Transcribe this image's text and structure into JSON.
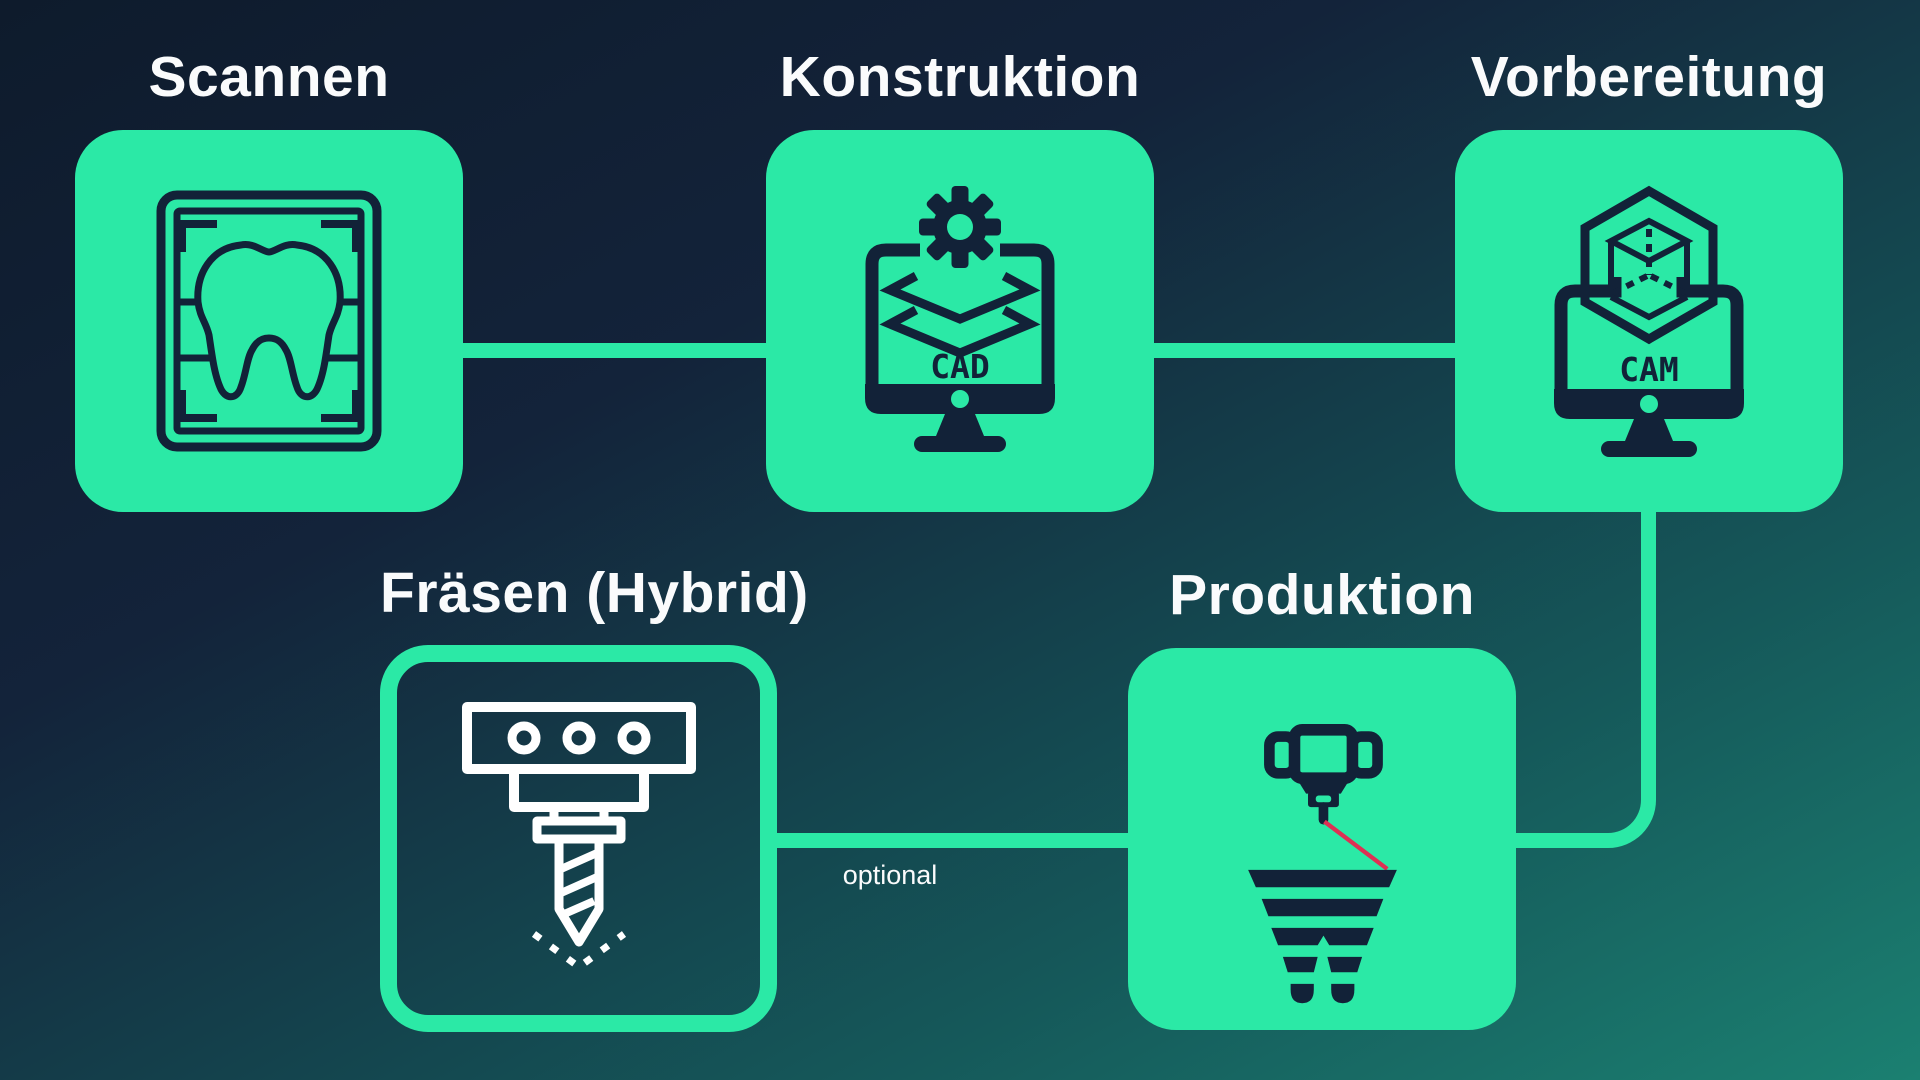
{
  "diagram": {
    "palette": {
      "accent_green": "#2be9a6",
      "navy": "#122238",
      "background_top": "#0e1b2c",
      "background_bottom": "#1b8071",
      "title_white": "#fafbfc",
      "laser_red": "#dd3154"
    },
    "steps": [
      {
        "label": "Scannen",
        "icon": "tooth-scan-icon",
        "variant": "filled"
      },
      {
        "label": "Konstruktion",
        "icon": "cad-monitor-icon",
        "variant": "filled",
        "screen_label": "CAD"
      },
      {
        "label": "Vorbereitung",
        "icon": "cam-monitor-icon",
        "variant": "filled",
        "screen_label": "CAM"
      },
      {
        "label": "Fräsen (Hybrid)",
        "icon": "milling-head-icon",
        "variant": "outlined"
      },
      {
        "label": "Produktion",
        "icon": "printer-3d-icon",
        "variant": "filled"
      }
    ],
    "connector_label": "optional"
  }
}
